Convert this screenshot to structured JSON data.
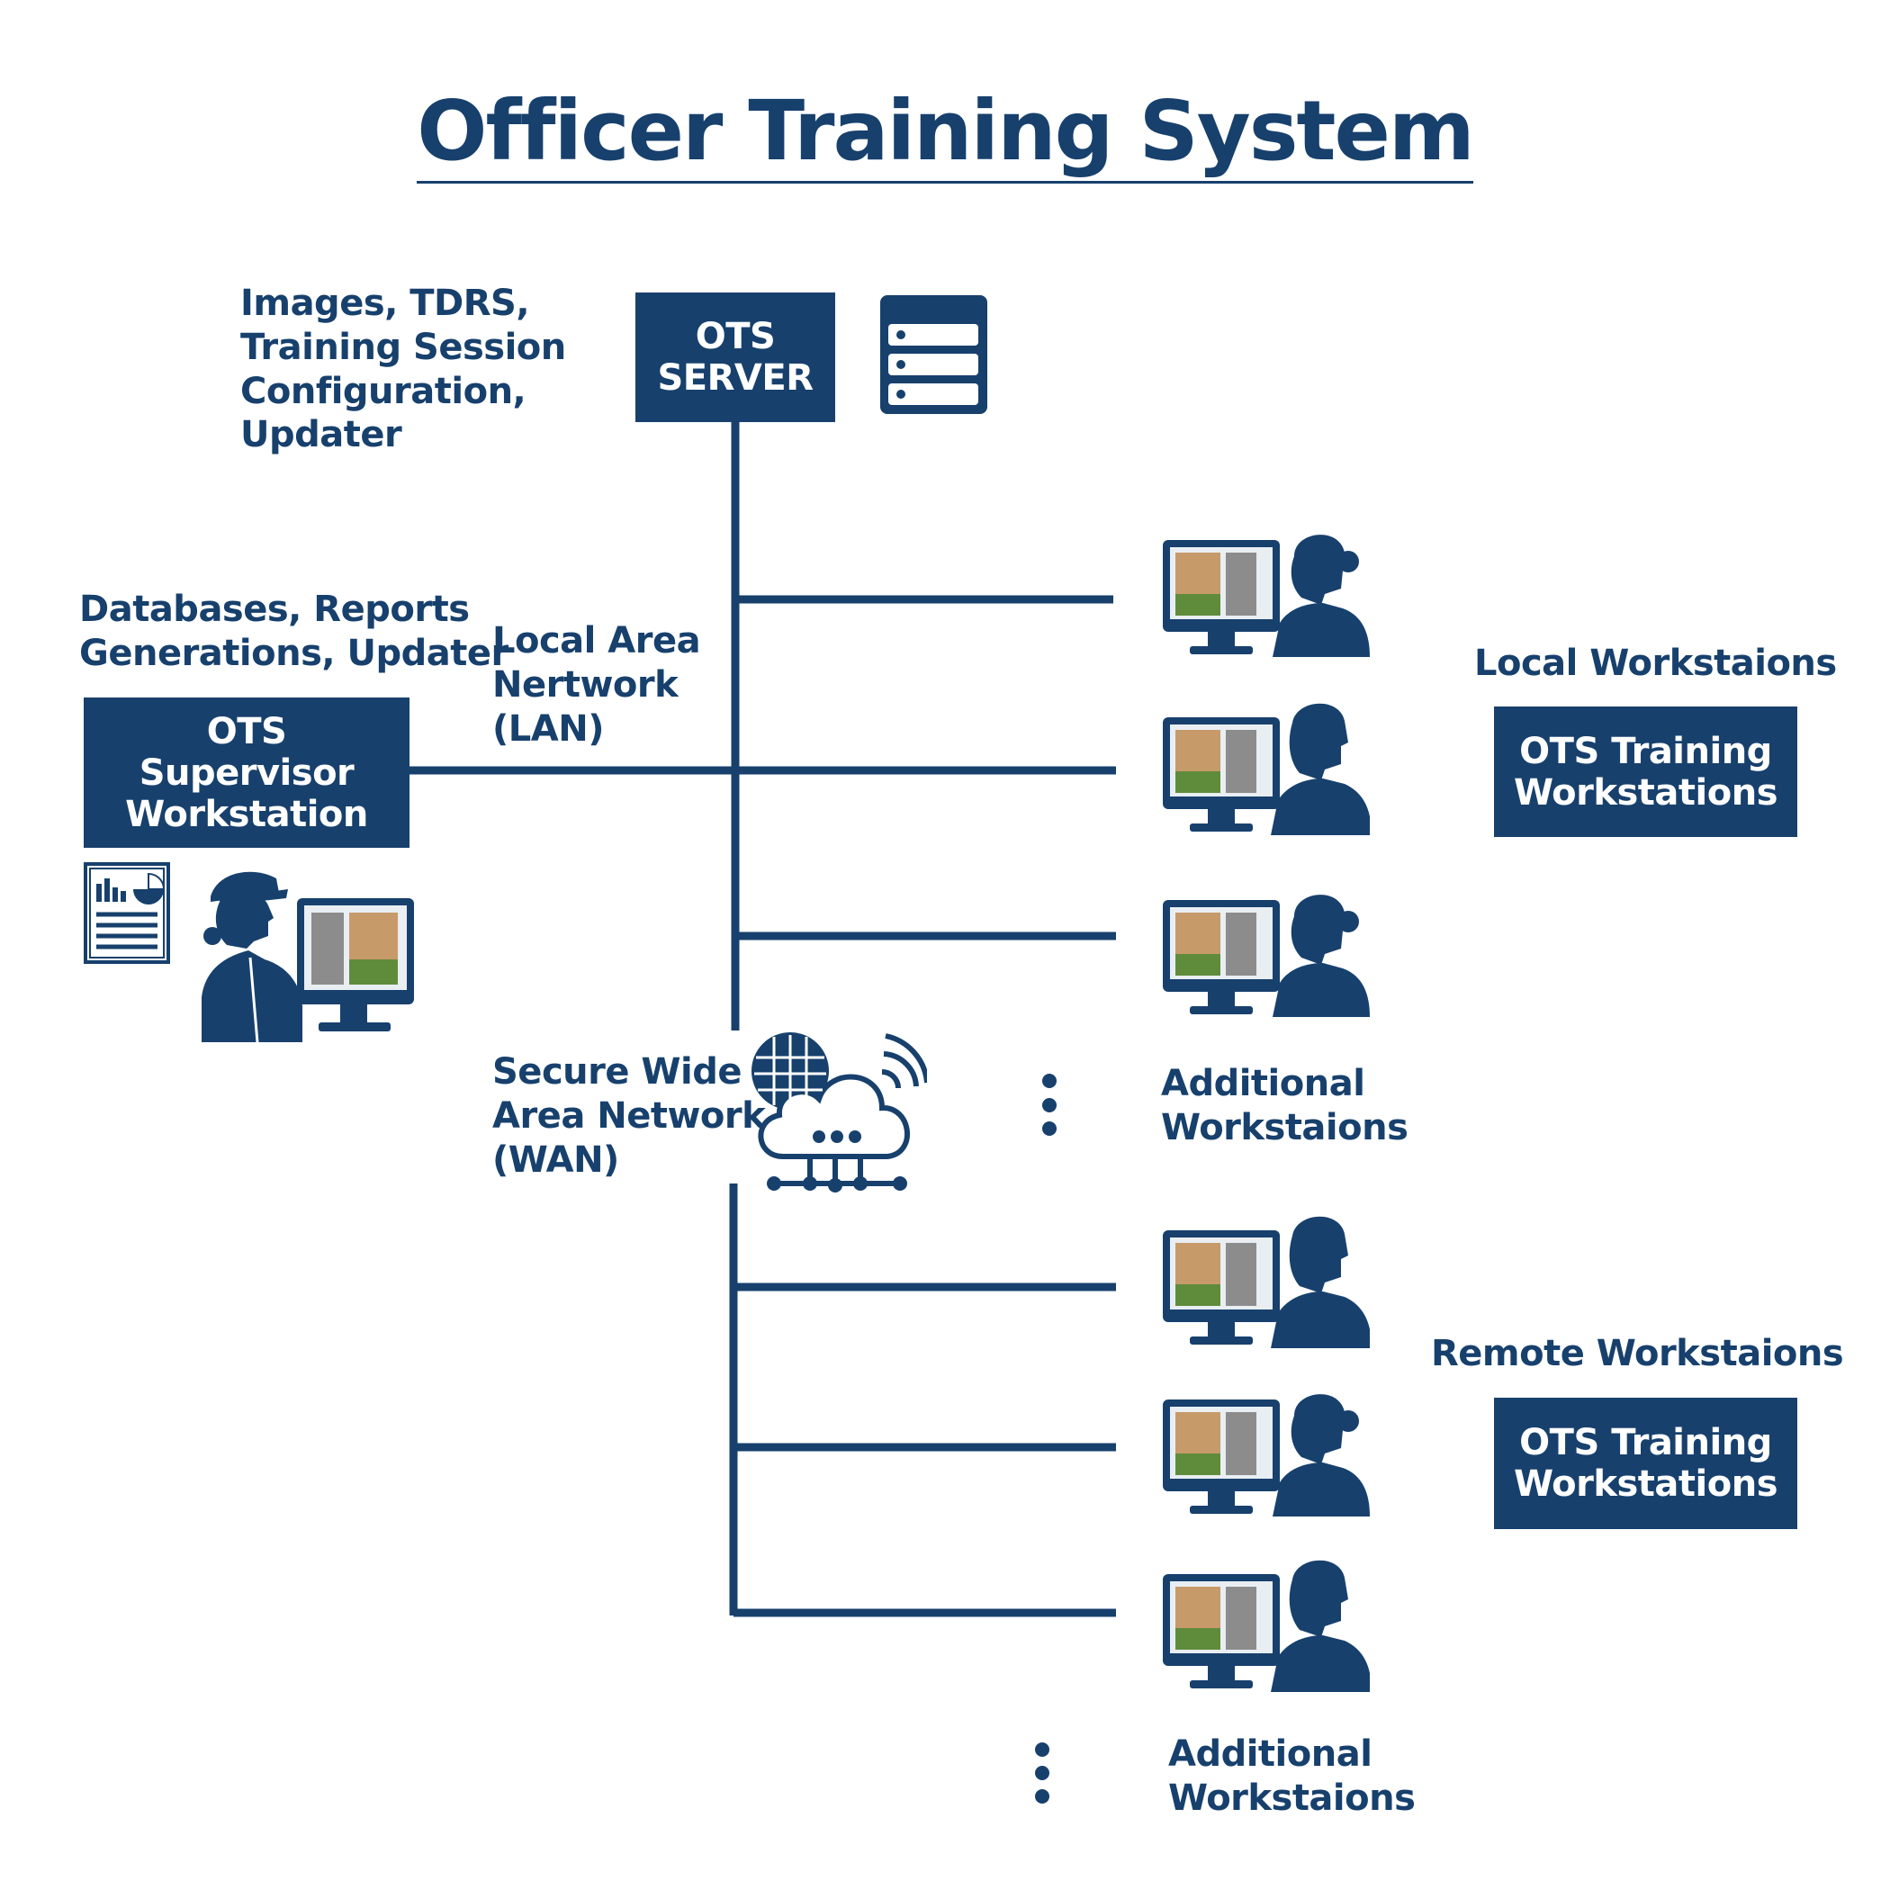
{
  "title": "Officer Training System",
  "server": {
    "label_line1": "OTS",
    "label_line2": "SERVER",
    "note_lines": [
      "Images, TDRS,",
      "Training Session",
      "Configuration,",
      "Updater"
    ]
  },
  "supervisor": {
    "label_lines": [
      "OTS",
      "Supervisor",
      "Workstation"
    ],
    "note_lines": [
      "Databases, Reports",
      "Generations, Updater"
    ]
  },
  "lan": {
    "label_lines": [
      "Local Area",
      "Nertwork",
      "(LAN)"
    ]
  },
  "wan": {
    "label_lines": [
      "Secure Wide",
      "Area Network",
      "(WAN)"
    ]
  },
  "local_group": {
    "heading": "Local Workstaions",
    "box_lines": [
      "OTS Training",
      "Workstations"
    ],
    "additional_lines": [
      "Additional",
      "Workstaions"
    ]
  },
  "remote_group": {
    "heading": "Remote Workstaions",
    "box_lines": [
      "OTS Training",
      "Workstations"
    ],
    "additional_lines": [
      "Additional",
      "Workstaions"
    ]
  },
  "colors": {
    "primary": "#17406d",
    "background": "#ffffff"
  },
  "icons": [
    "server-stack-icon",
    "report-document-icon",
    "supervisor-officer-icon",
    "cloud-network-icon",
    "trainee-workstation-icon",
    "ellipsis-icon"
  ]
}
